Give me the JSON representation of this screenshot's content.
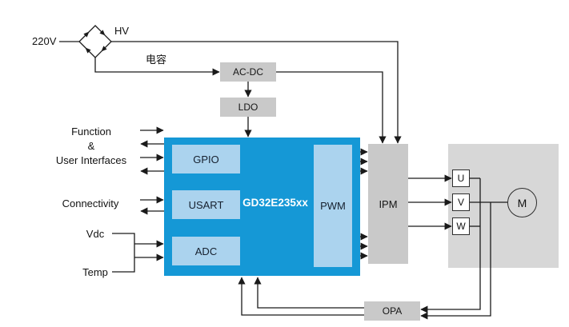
{
  "power": {
    "mains": "220V",
    "hv": "HV",
    "capacitor": "电容",
    "acdc": "AC-DC",
    "ldo": "LDO"
  },
  "mcu": {
    "name": "GD32E235xx",
    "blocks": {
      "gpio": "GPIO",
      "usart": "USART",
      "adc": "ADC",
      "pwm": "PWM"
    }
  },
  "io_labels": {
    "function": "Function",
    "ampersand": "&",
    "user_interfaces": "User Interfaces",
    "connectivity": "Connectivity",
    "vdc": "Vdc",
    "temp": "Temp"
  },
  "drive": {
    "ipm": "IPM",
    "phases": [
      "U",
      "V",
      "W"
    ],
    "motor": "M",
    "opa": "OPA"
  },
  "colors": {
    "mcu_blue": "#1598d6",
    "peripheral_blue": "#abd3ee",
    "block_gray": "#c9c9c9",
    "panel_gray": "#d7d7d7",
    "line": "#1a1a1a",
    "mcu_text": "#ffffff"
  }
}
